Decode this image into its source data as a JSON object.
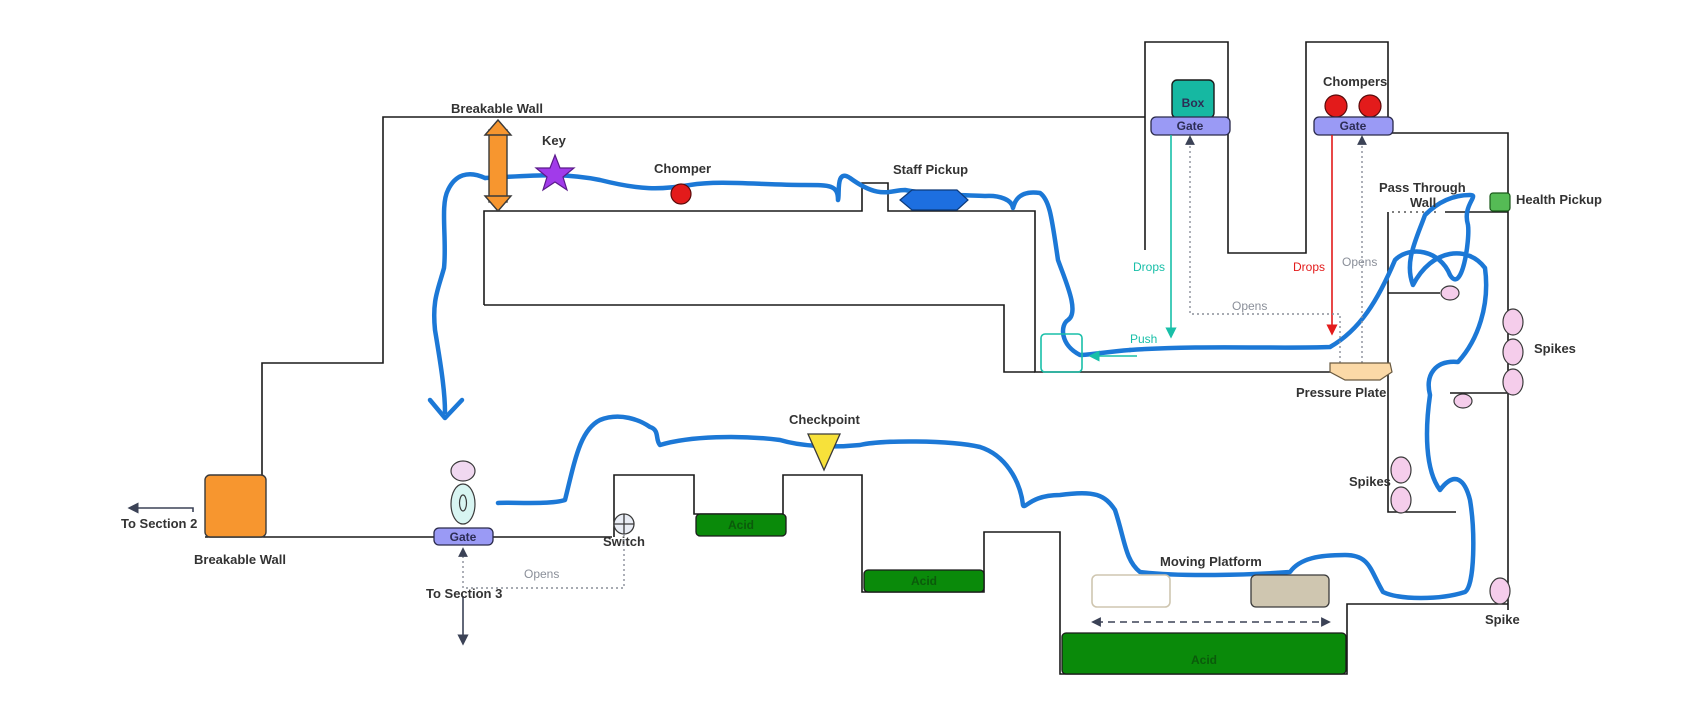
{
  "labels": {
    "breakable_wall_top": "Breakable Wall",
    "key": "Key",
    "chomper": "Chomper",
    "staff_pickup": "Staff Pickup",
    "box": "Box",
    "gate_box": "Gate",
    "chompers": "Chompers",
    "gate_chompers": "Gate",
    "pass_through_wall_1": "Pass Through",
    "pass_through_wall_2": "Wall",
    "health_pickup": "Health Pickup",
    "drops_teal": "Drops",
    "drops_red": "Drops",
    "opens_gray_top": "Opens",
    "opens_gray_mid": "Opens",
    "push": "Push",
    "spikes_right": "Spikes",
    "pressure_plate": "Pressure Plate",
    "spikes_left": "Spikes",
    "spike": "Spike",
    "to_section_2": "To Section 2",
    "breakable_wall_bottom": "Breakable Wall",
    "gate_bottom": "Gate",
    "switch": "Switch",
    "opens_bottom": "Opens",
    "to_section_3": "To Section 3",
    "checkpoint": "Checkpoint",
    "acid_1": "Acid",
    "acid_2": "Acid",
    "acid_3": "Acid",
    "moving_platform": "Moving Platform"
  },
  "colors": {
    "path": "#1c78d6",
    "orange": "#f7962f",
    "gate": "#9a9af5",
    "box_teal": "#16b8a2",
    "chomper_red": "#e31b1b",
    "key_purple": "#a13bea",
    "staff_blue": "#1d6fe0",
    "health_green": "#55bb55",
    "spike_pink": "#f5cdeb",
    "pressure_plate": "#fbd9a7",
    "acid_green": "#0a8a0a",
    "checkpoint_yellow": "#f7e13a",
    "teal_arrow": "#18bfa8",
    "red_arrow": "#e31b1b",
    "gray_dotted": "#8a8f99"
  }
}
